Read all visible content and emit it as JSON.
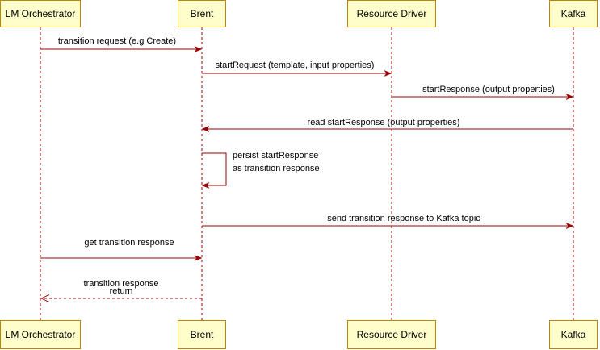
{
  "participants": [
    {
      "id": "lm",
      "label": "LM Orchestrator"
    },
    {
      "id": "brent",
      "label": "Brent"
    },
    {
      "id": "rd",
      "label": "Resource Driver"
    },
    {
      "id": "kafka",
      "label": "Kafka"
    }
  ],
  "messages": [
    {
      "id": "m1",
      "from": "lm",
      "to": "brent",
      "style": "solid",
      "arrow": "filled",
      "label": [
        "transition request (e.g Create)"
      ]
    },
    {
      "id": "m2",
      "from": "brent",
      "to": "rd",
      "style": "solid",
      "arrow": "filled",
      "label": [
        "startRequest (template, input properties)"
      ]
    },
    {
      "id": "m3",
      "from": "rd",
      "to": "kafka",
      "style": "solid",
      "arrow": "filled",
      "label": [
        "startResponse (output properties)"
      ]
    },
    {
      "id": "m4",
      "from": "kafka",
      "to": "brent",
      "style": "solid",
      "arrow": "filled",
      "label": [
        "read startResponse (output properties)"
      ]
    },
    {
      "id": "m5",
      "from": "brent",
      "to": "brent",
      "style": "solid",
      "arrow": "filled",
      "self": true,
      "label": [
        "persist startResponse",
        "as transition response"
      ]
    },
    {
      "id": "m6",
      "from": "brent",
      "to": "kafka",
      "style": "solid",
      "arrow": "filled",
      "label": [
        "send transition response to Kafka topic"
      ]
    },
    {
      "id": "m7",
      "from": "lm",
      "to": "brent",
      "style": "solid",
      "arrow": "filled",
      "label": [
        "get transition response"
      ]
    },
    {
      "id": "m8",
      "from": "brent",
      "to": "lm",
      "style": "dashed",
      "arrow": "open",
      "label": [
        "transition response",
        "return"
      ]
    }
  ],
  "colors": {
    "box_fill": "#ffffcc",
    "box_stroke": "#b8860b",
    "line": "#990000",
    "lifeline": "#a50000",
    "text": "#000000"
  }
}
